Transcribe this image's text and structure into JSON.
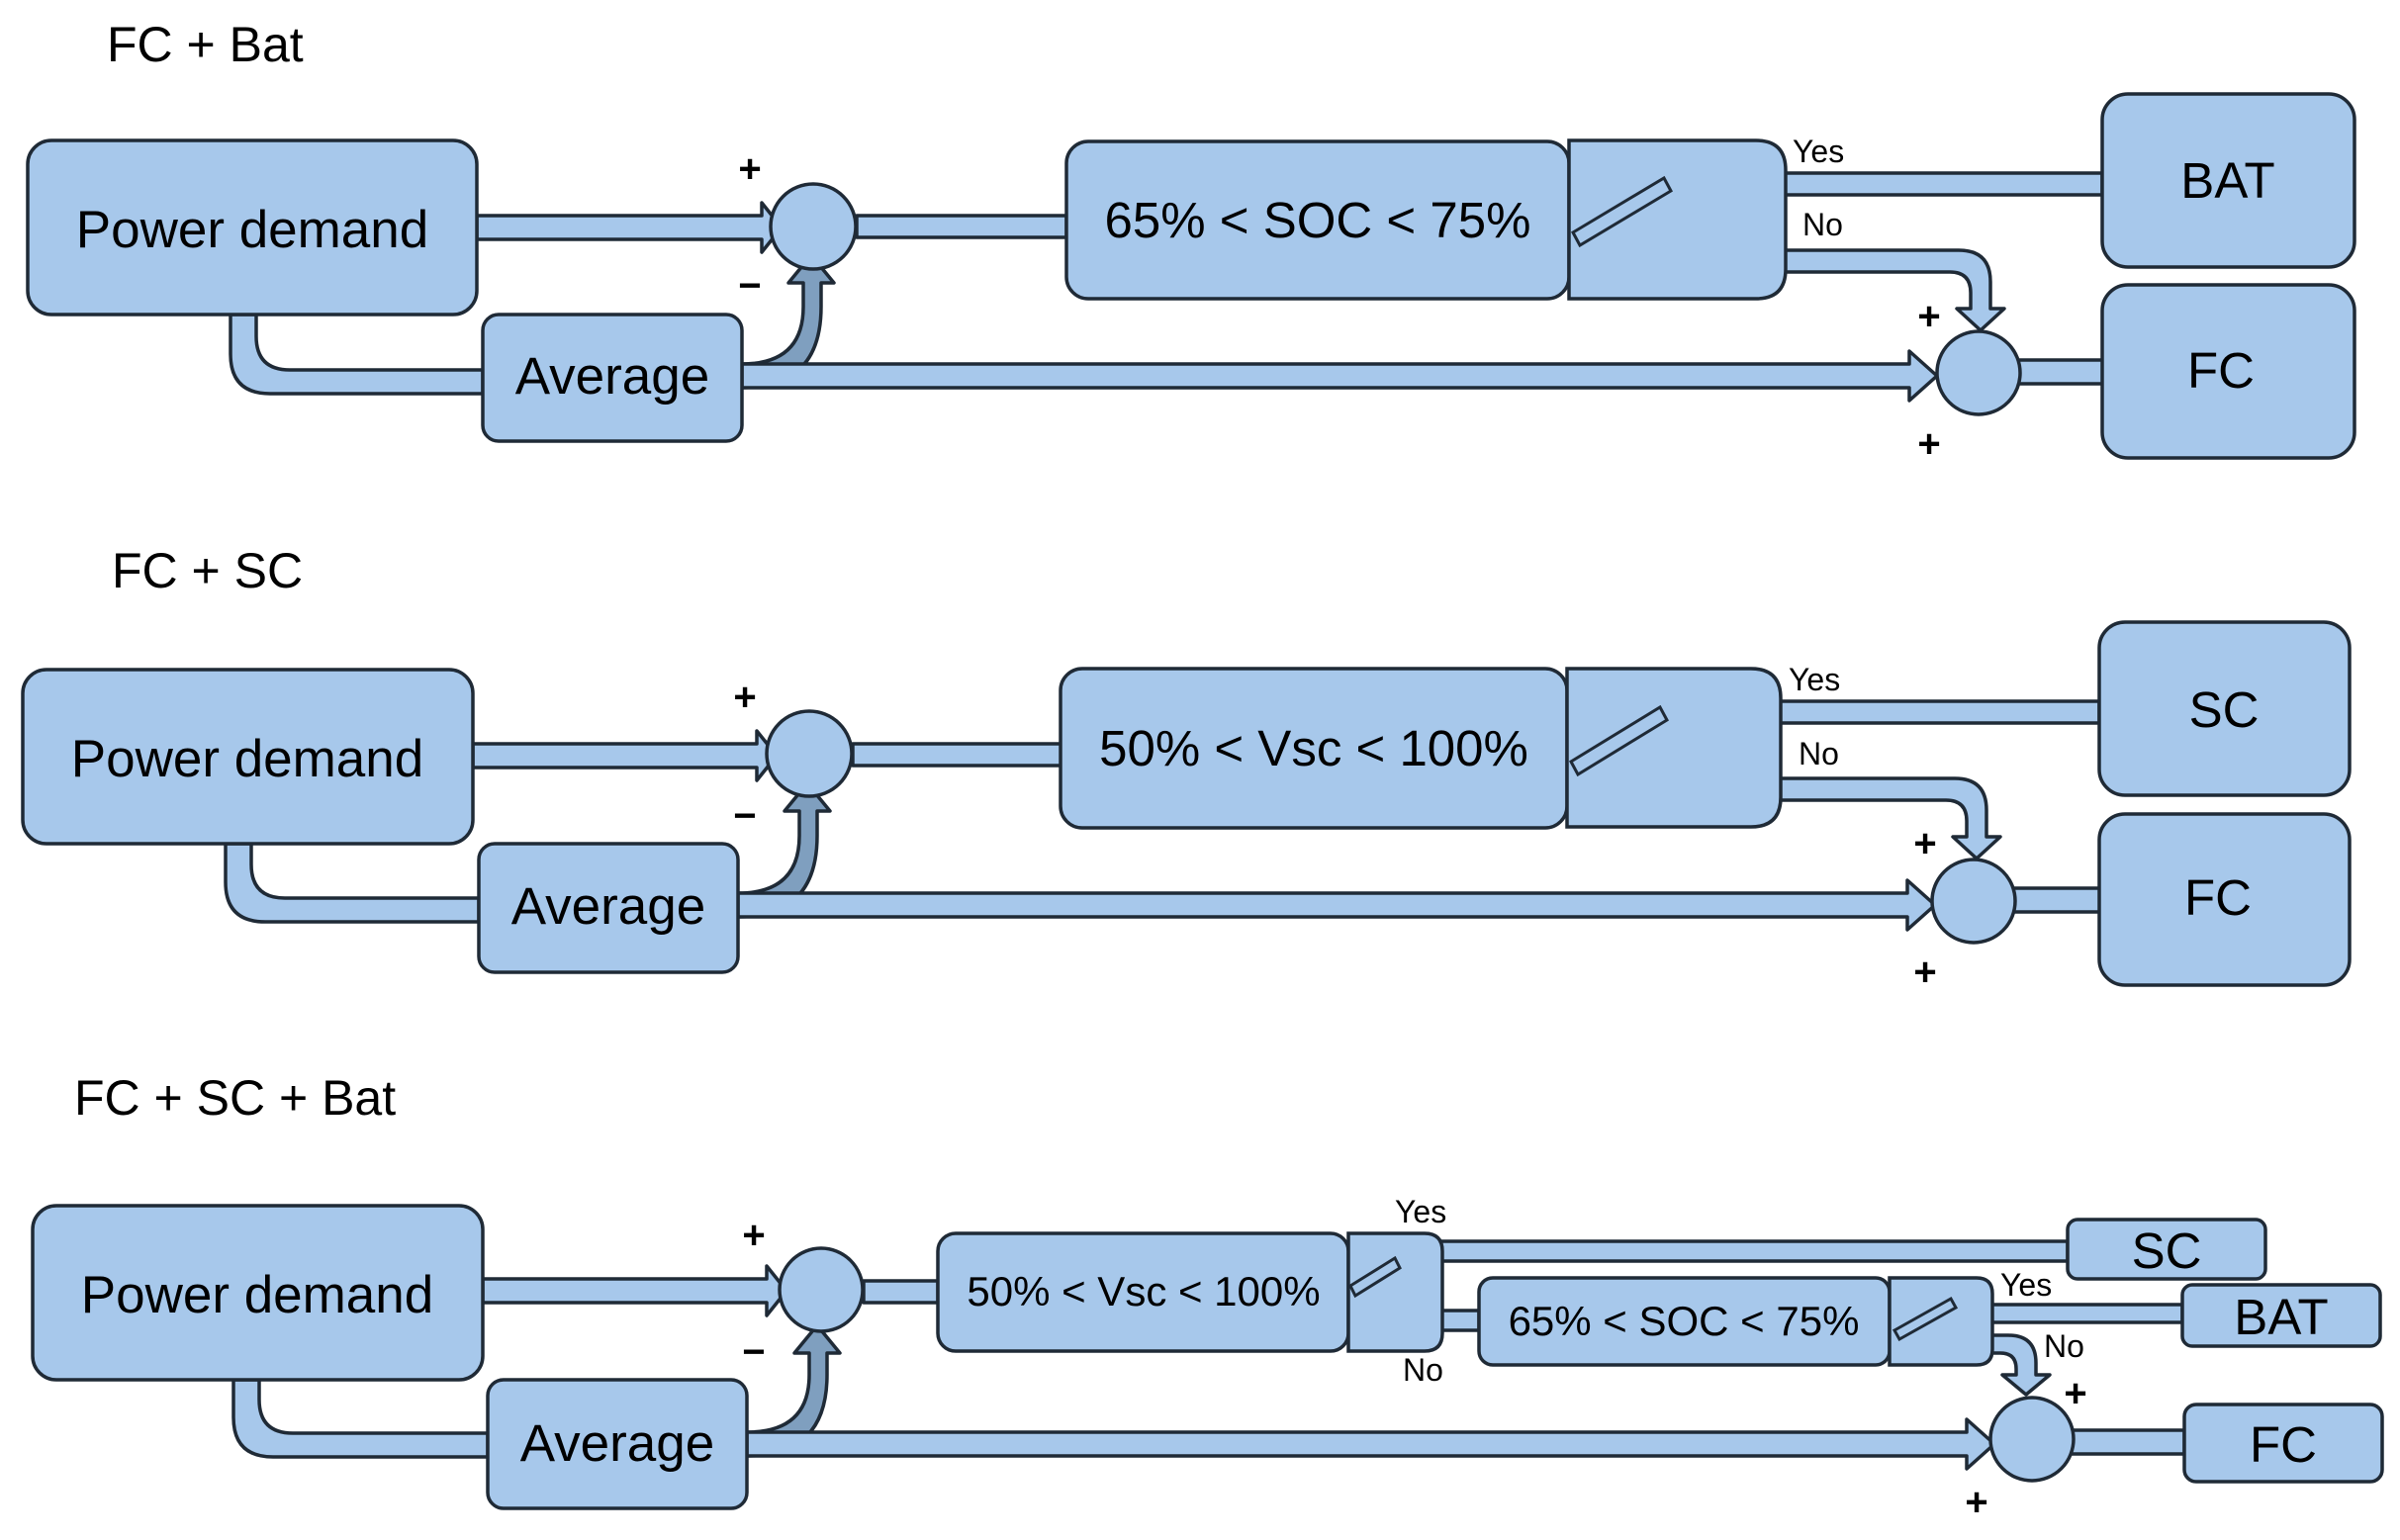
{
  "sections": [
    {
      "title": "FC + Bat",
      "power_demand": "Power demand",
      "average": "Average",
      "condition": "65% < SOC < 75%",
      "yes": "Yes",
      "no": "No",
      "storage": "BAT",
      "fc": "FC",
      "plus": "+",
      "minus": "−"
    },
    {
      "title": "FC + SC",
      "power_demand": "Power demand",
      "average": "Average",
      "condition": "50% < Vsc < 100%",
      "yes": "Yes",
      "no": "No",
      "storage": "SC",
      "fc": "FC",
      "plus": "+",
      "minus": "−"
    },
    {
      "title": "FC + SC + Bat",
      "power_demand": "Power demand",
      "average": "Average",
      "condition1": "50% < Vsc < 100%",
      "condition2": "65% < SOC < 75%",
      "yes": "Yes",
      "no": "No",
      "sc": "SC",
      "bat": "BAT",
      "fc": "FC",
      "plus": "+",
      "minus": "−"
    }
  ],
  "colors": {
    "block_fill": "#a7c8eb",
    "outline": "#1f2a36",
    "dark_path": "#7f9fbf"
  }
}
